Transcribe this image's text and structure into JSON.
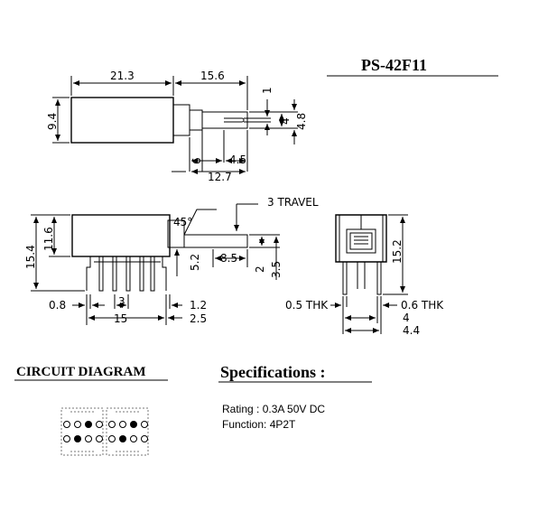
{
  "title": "PS-42F11",
  "top_view": {
    "dims": [
      "21.3",
      "15.6",
      "9.4",
      "1",
      "4",
      "4.8",
      "6",
      "4.5",
      "12.7"
    ]
  },
  "side_view": {
    "dims": [
      "3 TRAVEL",
      "45°",
      "15.4",
      "11.6",
      "5.2",
      "8.5",
      "2",
      "3.5",
      "0.8",
      "3",
      "1.2",
      "15",
      "2.5"
    ]
  },
  "end_view": {
    "dims": [
      "15.2",
      "0.5  THK",
      "0.6  THK",
      "4",
      "4.4"
    ]
  },
  "circuit": {
    "heading": "CIRCUIT DIAGRAM"
  },
  "specifications": {
    "heading": "Specifications :",
    "rating": "Rating : 0.3A 50V DC",
    "function": "Function: 4P2T"
  }
}
